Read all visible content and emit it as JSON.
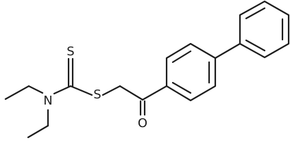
{
  "molecule": {
    "atoms": {
      "thione_sulfur": "S",
      "nitrogen": "N",
      "thioether_sulfur": "S",
      "carbonyl_oxygen": "O"
    }
  }
}
